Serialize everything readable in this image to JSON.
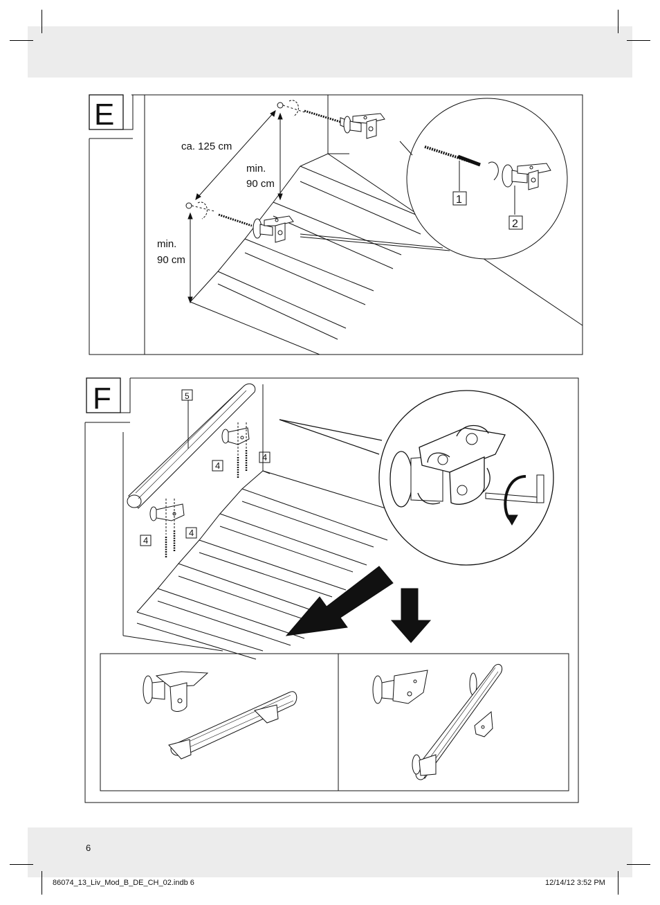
{
  "page": {
    "number": "6"
  },
  "slug": {
    "file": "86074_13_Liv_Mod_B_DE_CH_02.indb   6",
    "date": "12/14/12   3:52 PM"
  },
  "panel_e": {
    "letter": "E",
    "dim_diagonal": "ca. 125 cm",
    "dim_upper_1": "min.",
    "dim_upper_2": "90 cm",
    "dim_lower_1": "min.",
    "dim_lower_2": "90 cm",
    "callout_1": "1",
    "callout_2": "2"
  },
  "panel_f": {
    "letter": "F",
    "callout_5": "5",
    "callout_4a": "4",
    "callout_4b": "4",
    "callout_4c": "4",
    "callout_4d": "4"
  }
}
